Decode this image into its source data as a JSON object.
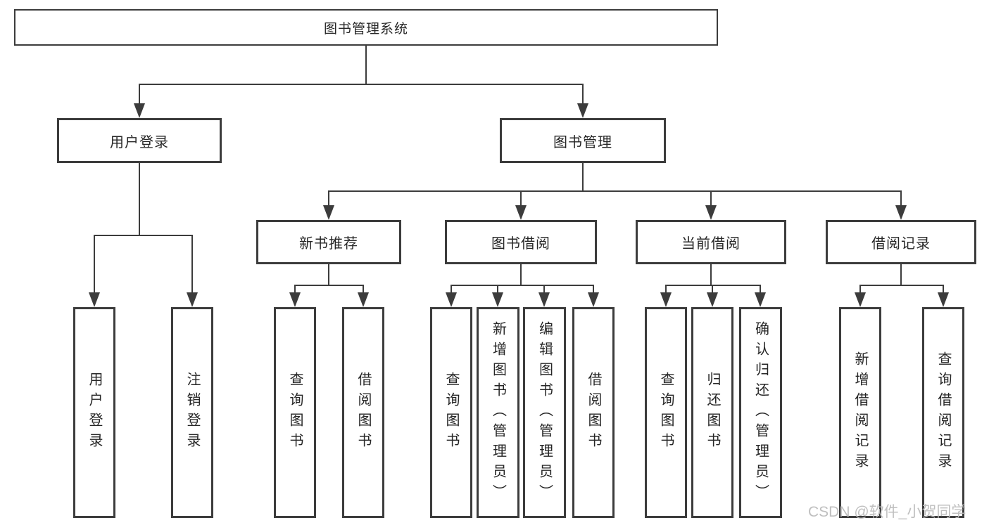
{
  "diagram": {
    "title": "图书管理系统",
    "watermark": "CSDN @软件_小贺同学",
    "colors": {
      "box_border": "#3c3c3c",
      "connector_line": "#3c3c3c",
      "text": "#262626",
      "watermark_text": "#bcbcbc",
      "background": "#ffffff"
    },
    "tree": {
      "label": "图书管理系统",
      "children": [
        {
          "label": "用户登录",
          "children": [
            {
              "label": "用户登录"
            },
            {
              "label": "注销登录"
            }
          ]
        },
        {
          "label": "图书管理",
          "children": [
            {
              "label": "新书推荐",
              "children": [
                {
                  "label": "查询图书"
                },
                {
                  "label": "借阅图书"
                }
              ]
            },
            {
              "label": "图书借阅",
              "children": [
                {
                  "label": "查询图书"
                },
                {
                  "label": "新增图书（管理员）"
                },
                {
                  "label": "编辑图书（管理员）"
                },
                {
                  "label": "借阅图书"
                }
              ]
            },
            {
              "label": "当前借阅",
              "children": [
                {
                  "label": "查询图书"
                },
                {
                  "label": "归还图书"
                },
                {
                  "label": "确认归还（管理员）"
                }
              ]
            },
            {
              "label": "借阅记录",
              "children": [
                {
                  "label": "新增借阅记录"
                },
                {
                  "label": "查询借阅记录"
                }
              ]
            }
          ]
        }
      ]
    }
  }
}
